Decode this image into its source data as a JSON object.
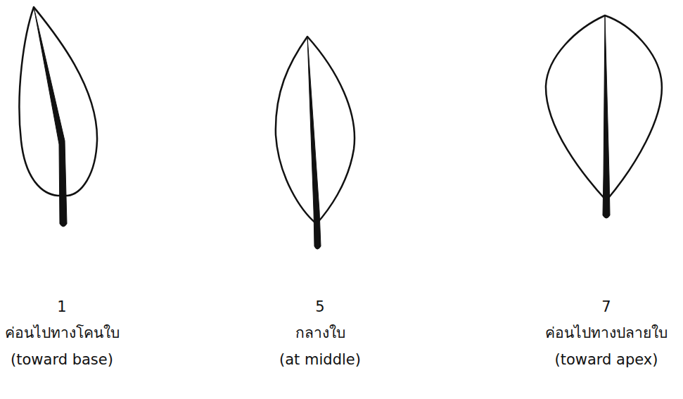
{
  "diagram": {
    "labels": [
      "1",
      "ค่อนไปทางโคนใบ",
      "(toward base)",
      "5",
      "กลางใบ",
      "(at middle)",
      "7",
      "ค่อนไปทางปลายใบ",
      "(toward apex)"
    ]
  }
}
